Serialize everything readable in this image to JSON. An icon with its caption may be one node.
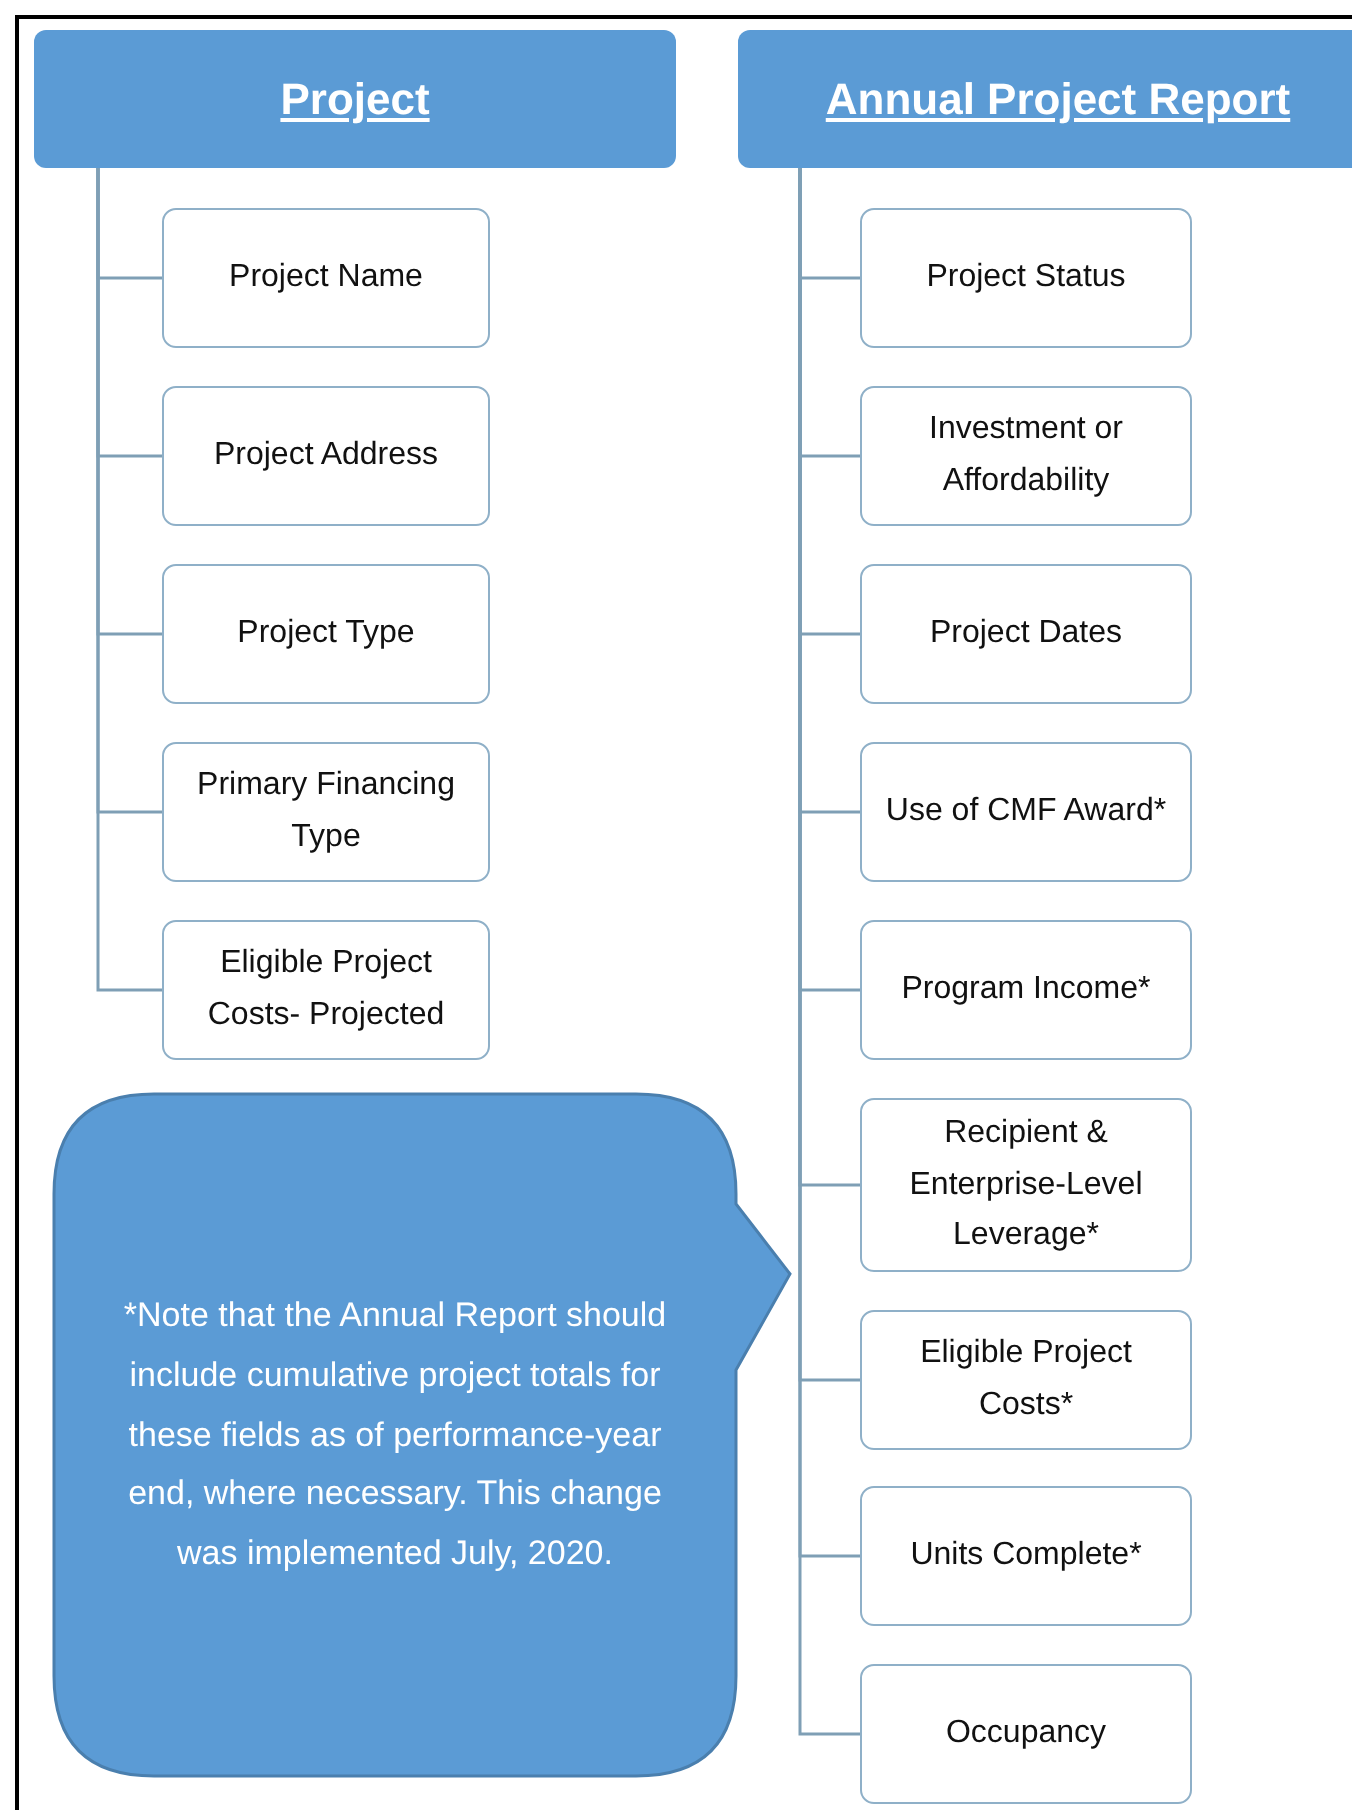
{
  "diagram": {
    "nodes": [
      {
        "text": [
          "Project"
        ]
      },
      {
        "text": [
          "Project Name"
        ]
      },
      {
        "text": [
          "Project Address"
        ]
      },
      {
        "text": [
          "Project Type"
        ]
      },
      {
        "text": [
          "Primary Financing Type"
        ]
      },
      {
        "text": [
          "Eligible Project Costs- Projected"
        ]
      },
      {
        "text": [
          "Annual Project Report"
        ]
      },
      {
        "text": [
          "Project Status"
        ]
      },
      {
        "text": [
          "Investment or Affordability"
        ]
      },
      {
        "text": [
          "Project Dates"
        ]
      },
      {
        "text": [
          "Use of CMF Award*"
        ]
      },
      {
        "text": [
          "Program Income*"
        ]
      },
      {
        "text": [
          "Recipient & Enterprise-Level Leverage*"
        ]
      },
      {
        "text": [
          "Eligible Project Costs*"
        ]
      },
      {
        "text": [
          "Units Complete*"
        ]
      },
      {
        "text": [
          "Occupancy"
        ]
      },
      {
        "text": [
          "*Note that the Annual Report should include cumulative project totals for these fields as of performance-year end, where necessary. This change was implemented July, 2020."
        ]
      }
    ],
    "edges": [
      {
        "from": 0,
        "to": 1,
        "arrow": "none"
      },
      {
        "from": 0,
        "to": 2,
        "arrow": "none"
      },
      {
        "from": 0,
        "to": 3,
        "arrow": "none"
      },
      {
        "from": 0,
        "to": 4,
        "arrow": "none"
      },
      {
        "from": 0,
        "to": 5,
        "arrow": "none"
      },
      {
        "from": 6,
        "to": 7,
        "arrow": "none"
      },
      {
        "from": 6,
        "to": 8,
        "arrow": "none"
      },
      {
        "from": 6,
        "to": 9,
        "arrow": "none"
      },
      {
        "from": 6,
        "to": 10,
        "arrow": "none"
      },
      {
        "from": 6,
        "to": 11,
        "arrow": "none"
      },
      {
        "from": 6,
        "to": 12,
        "arrow": "none"
      },
      {
        "from": 6,
        "to": 13,
        "arrow": "none"
      },
      {
        "from": 6,
        "to": 14,
        "arrow": "none"
      },
      {
        "from": 6,
        "to": 15,
        "arrow": "none"
      }
    ]
  }
}
